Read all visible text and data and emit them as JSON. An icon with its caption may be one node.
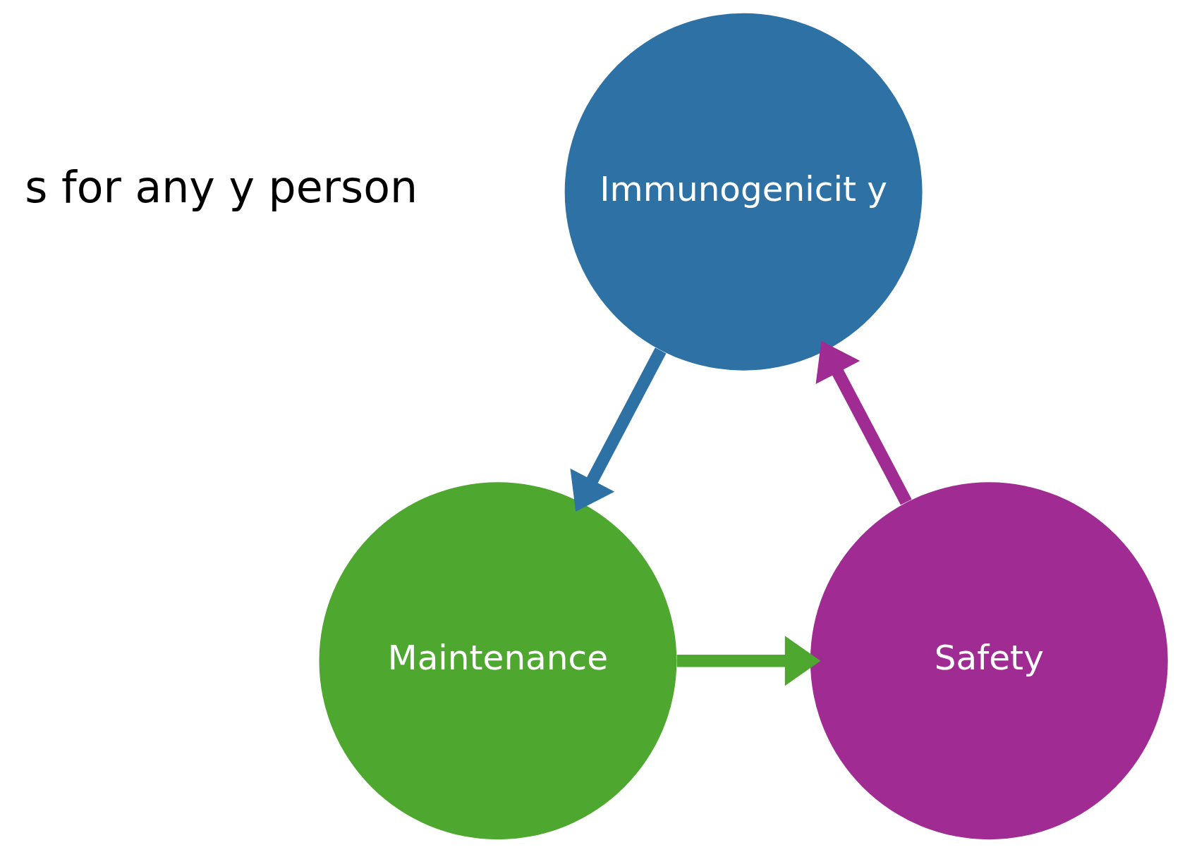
{
  "diagram": {
    "nodes": [
      {
        "text": [
          "Immunogenicit y"
        ]
      },
      {
        "text": [
          "Maintenance"
        ]
      },
      {
        "text": [
          "Safety"
        ]
      }
    ],
    "edges": [
      {
        "from": 0,
        "to": 1,
        "arrow": "to",
        "color": "#2e71a4"
      },
      {
        "from": 1,
        "to": 2,
        "arrow": "to",
        "color": "#4ea72e"
      },
      {
        "from": 2,
        "to": 0,
        "arrow": "to",
        "color": "#a02b93"
      }
    ],
    "labels": [
      "s for any y person"
    ]
  }
}
